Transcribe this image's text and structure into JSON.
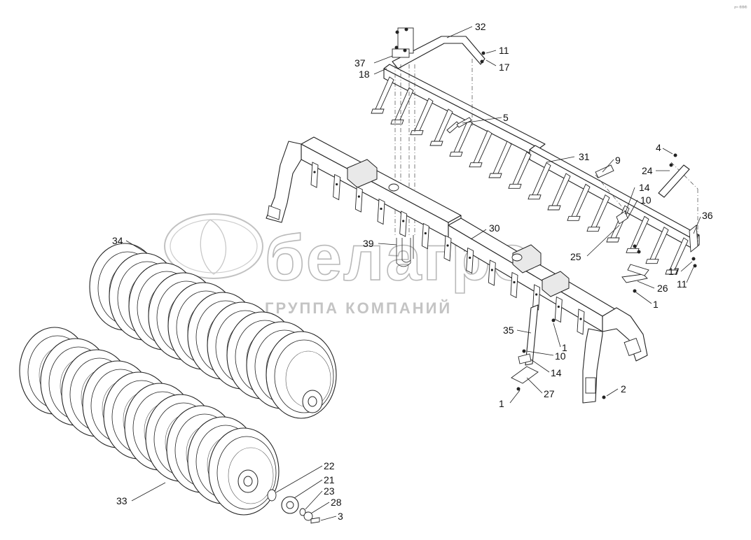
{
  "corner_mark": "z¹¹ ®®®",
  "watermark": {
    "brand": "белагро",
    "subtitle": "ГРУППА КОМПАНИЙ"
  },
  "callouts": [
    {
      "id": "c32",
      "text": "32"
    },
    {
      "id": "c11a",
      "text": "11"
    },
    {
      "id": "c17a",
      "text": "17"
    },
    {
      "id": "c37",
      "text": "37"
    },
    {
      "id": "c18",
      "text": "18"
    },
    {
      "id": "c5",
      "text": "5"
    },
    {
      "id": "c4",
      "text": "4"
    },
    {
      "id": "c31",
      "text": "31"
    },
    {
      "id": "c9",
      "text": "9"
    },
    {
      "id": "c24",
      "text": "24"
    },
    {
      "id": "c14a",
      "text": "14"
    },
    {
      "id": "c10a",
      "text": "10"
    },
    {
      "id": "c36",
      "text": "36"
    },
    {
      "id": "c30",
      "text": "30"
    },
    {
      "id": "c39",
      "text": "39"
    },
    {
      "id": "c34",
      "text": "34"
    },
    {
      "id": "c25",
      "text": "25"
    },
    {
      "id": "c17b",
      "text": "17"
    },
    {
      "id": "c11b",
      "text": "11"
    },
    {
      "id": "c26",
      "text": "26"
    },
    {
      "id": "c1a",
      "text": "1"
    },
    {
      "id": "c35",
      "text": "35"
    },
    {
      "id": "c1b",
      "text": "1"
    },
    {
      "id": "c10b",
      "text": "10"
    },
    {
      "id": "c14b",
      "text": "14"
    },
    {
      "id": "c27",
      "text": "27"
    },
    {
      "id": "c1c",
      "text": "1"
    },
    {
      "id": "c2",
      "text": "2"
    },
    {
      "id": "c22",
      "text": "22"
    },
    {
      "id": "c21",
      "text": "21"
    },
    {
      "id": "c23",
      "text": "23"
    },
    {
      "id": "c28",
      "text": "28"
    },
    {
      "id": "c3",
      "text": "3"
    },
    {
      "id": "c33",
      "text": "33"
    }
  ]
}
